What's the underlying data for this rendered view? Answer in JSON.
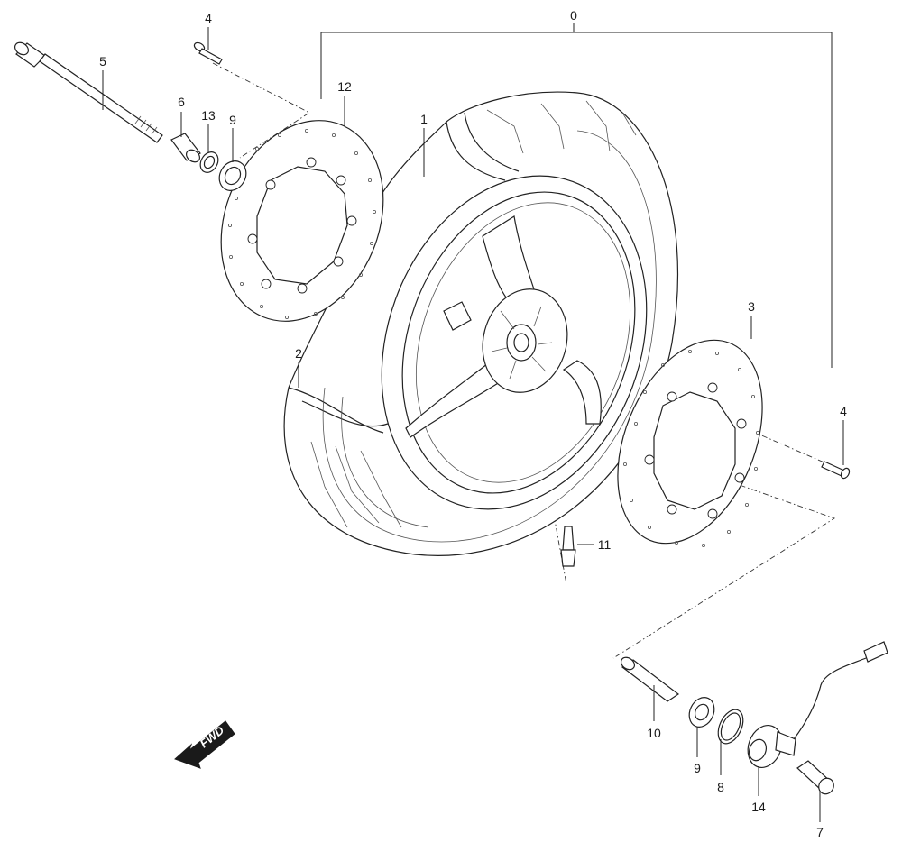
{
  "labels": {
    "assembly": "0",
    "wheel": "1",
    "tire": "2",
    "disc_right": "3",
    "bolt_top": "4",
    "bolt_right": "4",
    "axle": "5",
    "collar_left": "6",
    "axle_nut": "7",
    "ring": "8",
    "bearing_left": "9",
    "bearing_right": "9",
    "spacer": "10",
    "valve": "11",
    "disc_left": "12",
    "oil_seal": "13",
    "speed_sensor": "14"
  },
  "fwd_label": "FWD"
}
